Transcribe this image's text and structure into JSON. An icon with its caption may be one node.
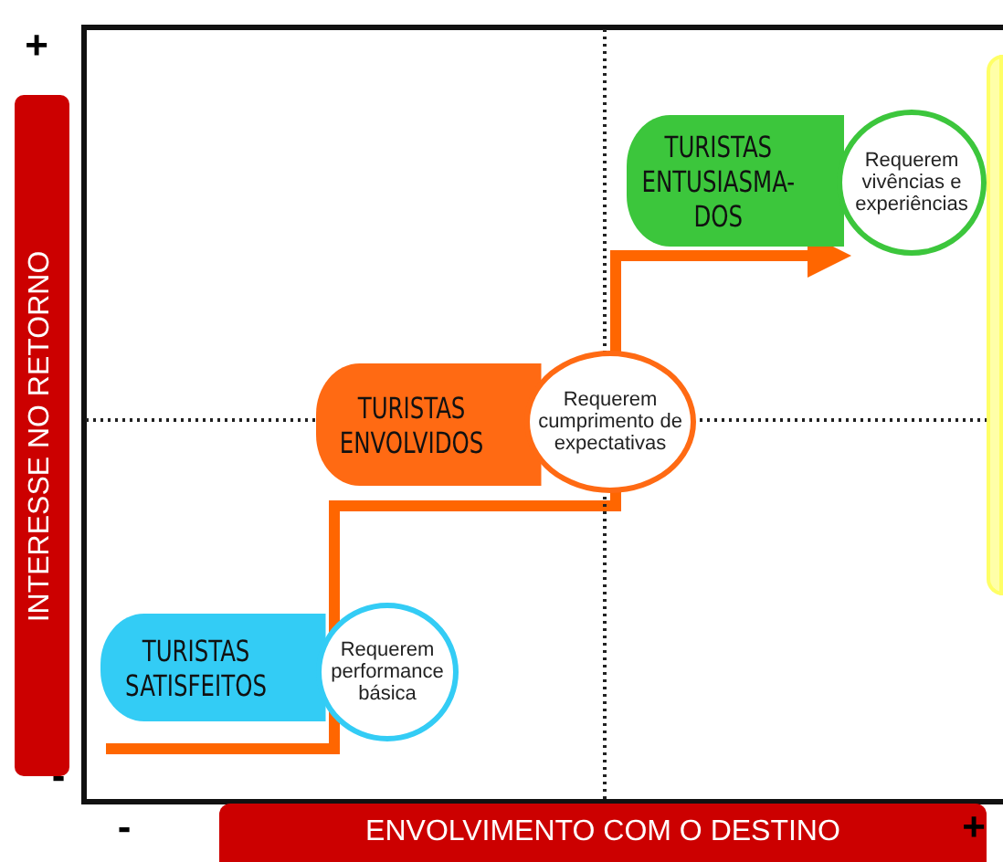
{
  "diagram": {
    "nodes": [
      {
        "text": [
          "TURISTAS SATISFEITOS"
        ]
      },
      {
        "text": [
          "Requerem performance básica"
        ]
      },
      {
        "text": [
          "TURISTAS ENVOLVIDOS"
        ]
      },
      {
        "text": [
          "Requerem cumprimento de expectativas"
        ]
      },
      {
        "text": [
          "TURISTAS ENTUSIASMA- DOS"
        ]
      },
      {
        "text": [
          "Requerem vivências e experiências"
        ]
      },
      {
        "text": [],
        "shape": "box"
      }
    ],
    "edges": [
      {
        "from": null,
        "to": 5,
        "arrow": "to",
        "color": "#ff6600"
      }
    ],
    "labels": [
      "+",
      "INTERESSE NO RETORNO",
      "-",
      "-",
      "ENVOLVIMENTO COM O DESTINO",
      "+"
    ]
  }
}
